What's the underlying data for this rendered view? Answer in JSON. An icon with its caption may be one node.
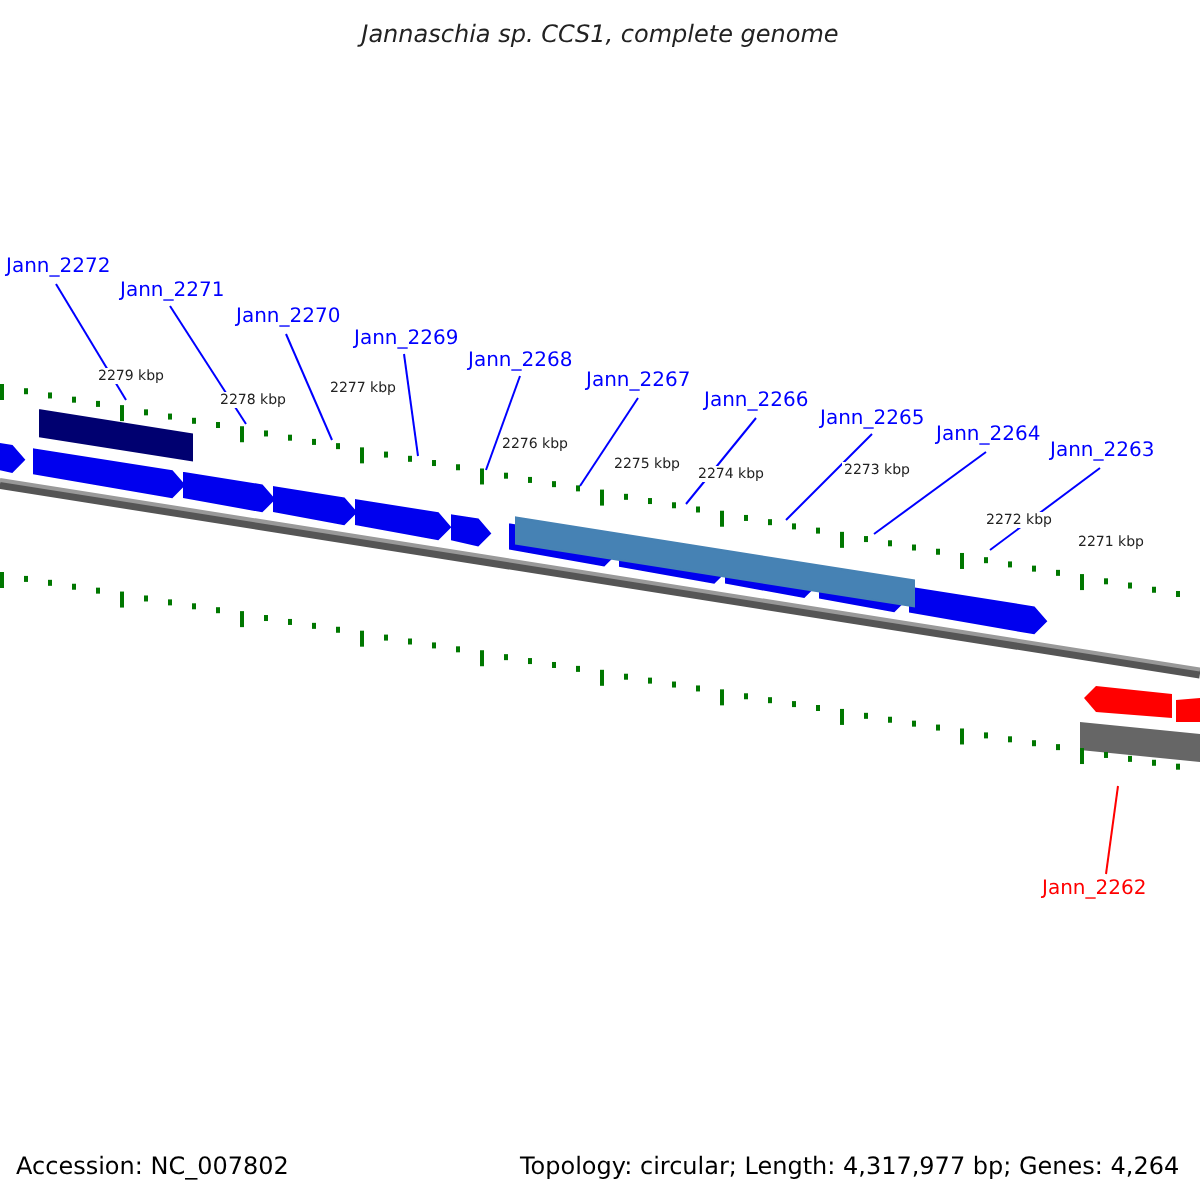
{
  "diagram": {
    "title": "Jannaschia sp. CCS1, complete genome",
    "nodes": [
      {
        "text": [
          "Jann_2272"
        ]
      },
      {
        "text": [
          "Jann_2271"
        ]
      },
      {
        "text": [
          "Jann_2270"
        ]
      },
      {
        "text": [
          "Jann_2269"
        ]
      },
      {
        "text": [
          "Jann_2268"
        ]
      },
      {
        "text": [
          "Jann_2267"
        ]
      },
      {
        "text": [
          "Jann_2266"
        ]
      },
      {
        "text": [
          "Jann_2265"
        ]
      },
      {
        "text": [
          "Jann_2264"
        ]
      },
      {
        "text": [
          "Jann_2263"
        ]
      },
      {
        "text": [
          "Jann_2262"
        ]
      }
    ],
    "edges": [
      {
        "from": 0,
        "to": null,
        "arrow": "none"
      },
      {
        "from": 1,
        "to": null,
        "arrow": "none"
      },
      {
        "from": 2,
        "to": null,
        "arrow": "none"
      },
      {
        "from": 3,
        "to": null,
        "arrow": "none"
      },
      {
        "from": 4,
        "to": null,
        "arrow": "none"
      },
      {
        "from": 5,
        "to": null,
        "arrow": "none"
      },
      {
        "from": 6,
        "to": null,
        "arrow": "none"
      },
      {
        "from": 7,
        "to": null,
        "arrow": "none"
      },
      {
        "from": 8,
        "to": null,
        "arrow": "none"
      },
      {
        "from": 9,
        "to": null,
        "arrow": "none"
      },
      {
        "from": 10,
        "to": null,
        "arrow": "none",
        "color": "#ff0000"
      }
    ],
    "labels": [
      "2279 kbp",
      "2278 kbp",
      "2277 kbp",
      "2276 kbp",
      "2275 kbp",
      "2274 kbp",
      "2273 kbp",
      "2272 kbp",
      "2271 kbp",
      "Accession: NC_007802",
      "Topology: circular; Length: 4,317,977 bp; Genes: 4,264"
    ]
  }
}
